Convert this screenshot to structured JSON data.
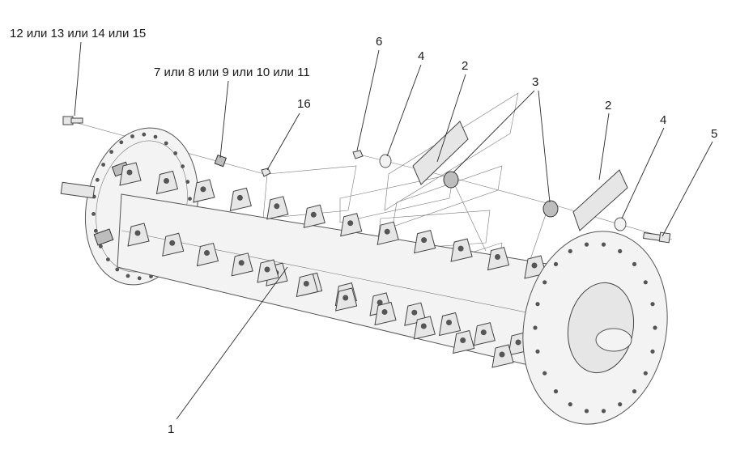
{
  "callouts": {
    "c12": "12 или 13 или 14 или 15",
    "c7": "7 или 8 или 9 или 10 или 11",
    "c16": "16",
    "c6": "6",
    "c4a": "4",
    "c2a": "2",
    "c3": "3",
    "c2b": "2",
    "c4b": "4",
    "c5": "5",
    "c1": "1"
  },
  "colors": {
    "line": "#2a2a2a",
    "part_fill": "#e6e6e6",
    "part_dark": "#bdbdbd"
  }
}
